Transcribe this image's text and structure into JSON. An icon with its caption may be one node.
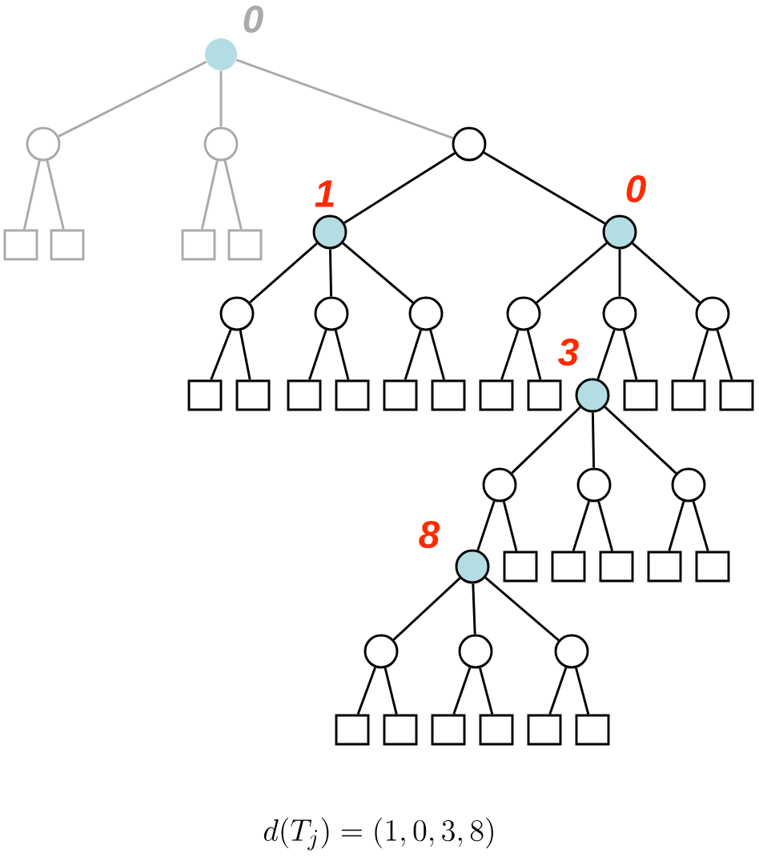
{
  "diagram": {
    "caption": "d(T_j) = (1, 0, 3, 8)",
    "nodes": [
      {
        "text": [],
        "shape": "circle",
        "beside": [
          "0"
        ]
      },
      {
        "text": [],
        "shape": "circle"
      },
      {
        "text": [],
        "shape": "circle"
      },
      {
        "text": [],
        "shape": "circle"
      },
      {
        "text": [],
        "shape": "circle",
        "beside": [
          "1"
        ]
      },
      {
        "text": [],
        "shape": "circle",
        "beside": [
          "0"
        ]
      },
      {
        "text": [],
        "shape": "box"
      },
      {
        "text": [],
        "shape": "box"
      },
      {
        "text": [],
        "shape": "box"
      },
      {
        "text": [],
        "shape": "box"
      },
      {
        "text": [],
        "shape": "circle"
      },
      {
        "text": [],
        "shape": "circle"
      },
      {
        "text": [],
        "shape": "circle"
      },
      {
        "text": [],
        "shape": "circle"
      },
      {
        "text": [],
        "shape": "circle"
      },
      {
        "text": [],
        "shape": "circle"
      },
      {
        "text": [],
        "shape": "box"
      },
      {
        "text": [],
        "shape": "box"
      },
      {
        "text": [],
        "shape": "box"
      },
      {
        "text": [],
        "shape": "box"
      },
      {
        "text": [],
        "shape": "box"
      },
      {
        "text": [],
        "shape": "box"
      },
      {
        "text": [],
        "shape": "box"
      },
      {
        "text": [],
        "shape": "box"
      },
      {
        "text": [],
        "shape": "circle",
        "beside": [
          "3"
        ]
      },
      {
        "text": [],
        "shape": "box"
      },
      {
        "text": [],
        "shape": "box"
      },
      {
        "text": [],
        "shape": "box"
      },
      {
        "text": [],
        "shape": "circle"
      },
      {
        "text": [],
        "shape": "circle"
      },
      {
        "text": [],
        "shape": "circle"
      },
      {
        "text": [],
        "shape": "circle",
        "beside": [
          "8"
        ]
      },
      {
        "text": [],
        "shape": "box"
      },
      {
        "text": [],
        "shape": "box"
      },
      {
        "text": [],
        "shape": "box"
      },
      {
        "text": [],
        "shape": "box"
      },
      {
        "text": [],
        "shape": "box"
      },
      {
        "text": [],
        "shape": "circle"
      },
      {
        "text": [],
        "shape": "circle"
      },
      {
        "text": [],
        "shape": "circle"
      },
      {
        "text": [],
        "shape": "box"
      },
      {
        "text": [],
        "shape": "box"
      },
      {
        "text": [],
        "shape": "box"
      },
      {
        "text": [],
        "shape": "box"
      },
      {
        "text": [],
        "shape": "box"
      },
      {
        "text": [],
        "shape": "box"
      }
    ],
    "edges": [
      {
        "from": 0,
        "to": 1,
        "arrow": "none",
        "color": "#aaaaaa"
      },
      {
        "from": 0,
        "to": 2,
        "arrow": "none",
        "color": "#aaaaaa"
      },
      {
        "from": 0,
        "to": 3,
        "arrow": "none",
        "color": "#aaaaaa"
      },
      {
        "from": 1,
        "to": 6,
        "arrow": "none",
        "color": "#aaaaaa"
      },
      {
        "from": 1,
        "to": 7,
        "arrow": "none",
        "color": "#aaaaaa"
      },
      {
        "from": 2,
        "to": 8,
        "arrow": "none",
        "color": "#aaaaaa"
      },
      {
        "from": 2,
        "to": 9,
        "arrow": "none",
        "color": "#aaaaaa"
      },
      {
        "from": 3,
        "to": 4,
        "arrow": "none"
      },
      {
        "from": 3,
        "to": 5,
        "arrow": "none"
      },
      {
        "from": 4,
        "to": 10,
        "arrow": "none"
      },
      {
        "from": 4,
        "to": 11,
        "arrow": "none"
      },
      {
        "from": 4,
        "to": 12,
        "arrow": "none"
      },
      {
        "from": 5,
        "to": 13,
        "arrow": "none"
      },
      {
        "from": 5,
        "to": 14,
        "arrow": "none"
      },
      {
        "from": 5,
        "to": 15,
        "arrow": "none"
      },
      {
        "from": 10,
        "to": 16,
        "arrow": "none"
      },
      {
        "from": 10,
        "to": 17,
        "arrow": "none"
      },
      {
        "from": 11,
        "to": 18,
        "arrow": "none"
      },
      {
        "from": 11,
        "to": 19,
        "arrow": "none"
      },
      {
        "from": 12,
        "to": 20,
        "arrow": "none"
      },
      {
        "from": 12,
        "to": 21,
        "arrow": "none"
      },
      {
        "from": 13,
        "to": 22,
        "arrow": "none"
      },
      {
        "from": 13,
        "to": 23,
        "arrow": "none"
      },
      {
        "from": 14,
        "to": 24,
        "arrow": "none"
      },
      {
        "from": 14,
        "to": 25,
        "arrow": "none"
      },
      {
        "from": 15,
        "to": 26,
        "arrow": "none"
      },
      {
        "from": 15,
        "to": 27,
        "arrow": "none"
      },
      {
        "from": 24,
        "to": 28,
        "arrow": "none"
      },
      {
        "from": 24,
        "to": 29,
        "arrow": "none"
      },
      {
        "from": 24,
        "to": 30,
        "arrow": "none"
      },
      {
        "from": 28,
        "to": 31,
        "arrow": "none"
      },
      {
        "from": 28,
        "to": 32,
        "arrow": "none"
      },
      {
        "from": 29,
        "to": 33,
        "arrow": "none"
      },
      {
        "from": 29,
        "to": 34,
        "arrow": "none"
      },
      {
        "from": 30,
        "to": 35,
        "arrow": "none"
      },
      {
        "from": 30,
        "to": 36,
        "arrow": "none"
      },
      {
        "from": 31,
        "to": 37,
        "arrow": "none"
      },
      {
        "from": 31,
        "to": 38,
        "arrow": "none"
      },
      {
        "from": 31,
        "to": 39,
        "arrow": "none"
      },
      {
        "from": 37,
        "to": 40,
        "arrow": "none"
      },
      {
        "from": 37,
        "to": 41,
        "arrow": "none"
      },
      {
        "from": 38,
        "to": 42,
        "arrow": "none"
      },
      {
        "from": 38,
        "to": 43,
        "arrow": "none"
      },
      {
        "from": 39,
        "to": 44,
        "arrow": "none"
      },
      {
        "from": 39,
        "to": 45,
        "arrow": "none"
      }
    ]
  }
}
